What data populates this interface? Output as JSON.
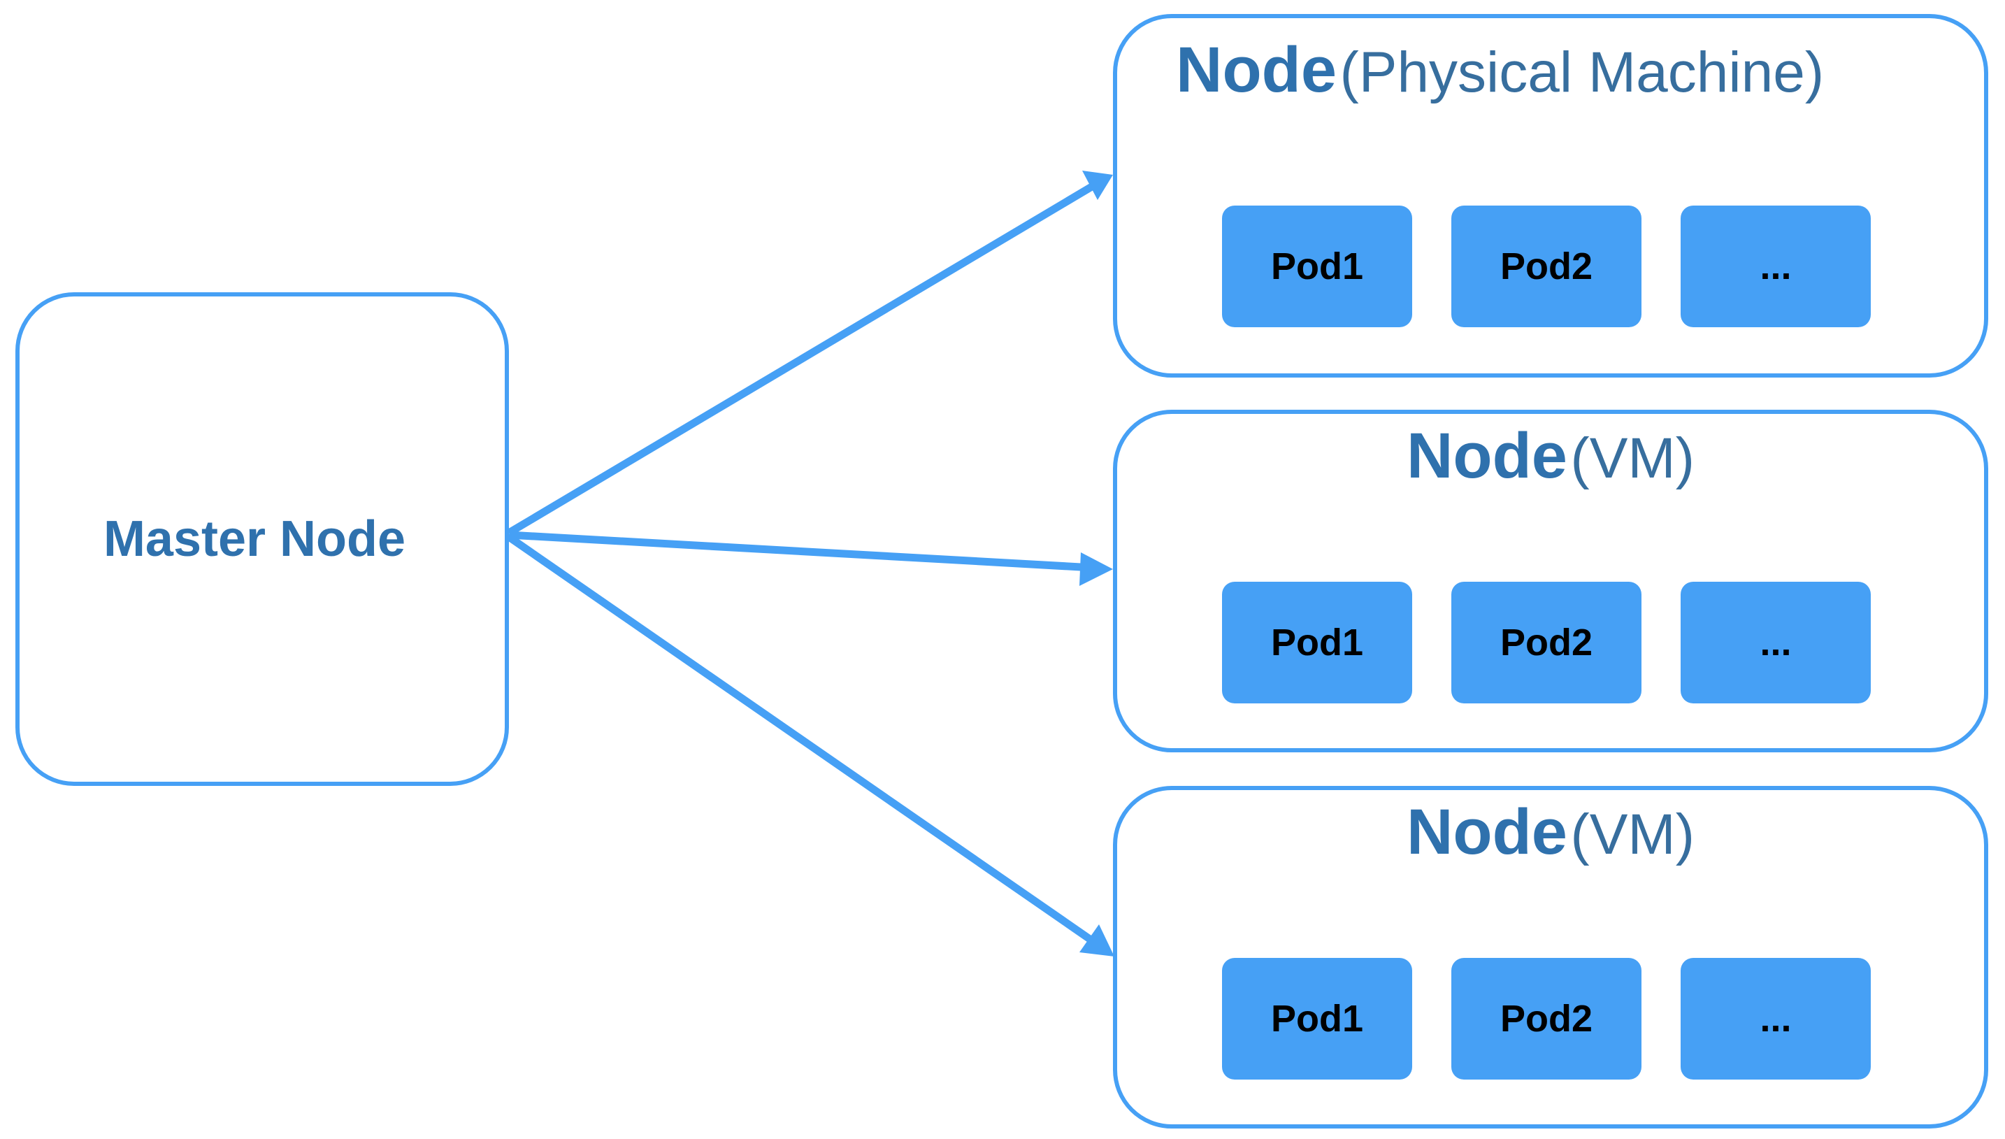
{
  "colors": {
    "stroke": "#46a0f5",
    "pod_fill": "#46a0f5",
    "title_text": "#2f71ad",
    "subtitle_text": "#376e9e",
    "pod_text": "#000000"
  },
  "master": {
    "label": "Master Node"
  },
  "nodes": [
    {
      "title": "Node",
      "subtitle": "(Physical Machine)",
      "pods": [
        "Pod1",
        "Pod2",
        "..."
      ]
    },
    {
      "title": "Node",
      "subtitle": "(VM)",
      "pods": [
        "Pod1",
        "Pod2",
        "..."
      ]
    },
    {
      "title": "Node",
      "subtitle": "(VM)",
      "pods": [
        "Pod1",
        "Pod2",
        "..."
      ]
    }
  ]
}
